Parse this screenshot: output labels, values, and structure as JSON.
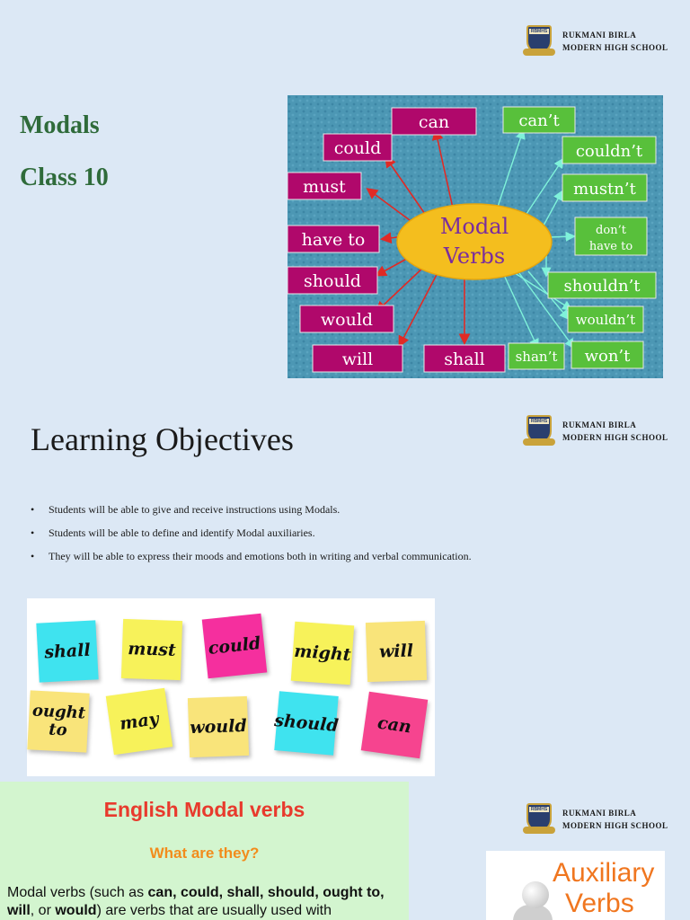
{
  "school": {
    "line1": "RUKMANI BIRLA",
    "line2": "MODERN HIGH SCHOOL",
    "crest_text": "RBMHS"
  },
  "slide1": {
    "title": "Modals",
    "subtitle": "Class 10",
    "diagram": {
      "center": [
        "Modal",
        "Verbs"
      ],
      "left": [
        "can",
        "could",
        "must",
        "have to",
        "should",
        "would",
        "will",
        "shall"
      ],
      "right": [
        "can’t",
        "couldn’t",
        "mustn’t",
        "don’t",
        "have to",
        "shouldn’t",
        "wouldn’t",
        "shan’t",
        "won’t"
      ]
    }
  },
  "slide2": {
    "title": "Learning Objectives",
    "objectives": [
      "Students will be able to give and receive instructions using Modals.",
      "Students will be able to define and identify Modal auxiliaries.",
      "They will be able to express their moods and emotions both in  writing and verbal communication."
    ],
    "notes": [
      "shall",
      "must",
      "could",
      "might",
      "will",
      "ought to",
      "may",
      "would",
      "should",
      "can"
    ],
    "note_colors": {
      "cyan": "#3fe3ef",
      "yellow": "#f7f25a",
      "magenta": "#f52f9e",
      "pale_yellow": "#f9e47a",
      "pink": "#f6448f"
    }
  },
  "slide3": {
    "title": "English Modal verbs",
    "subtitle": "What are they?",
    "body": {
      "t1": "Modal verbs (such as ",
      "b1": "can, could, shall, should, ought to,",
      "b2": "will",
      "t2": ", or ",
      "b3": "would",
      "t3": ") are verbs that are usually used with"
    },
    "aux_line1": "Auxiliary",
    "aux_line2": "Verbs"
  }
}
